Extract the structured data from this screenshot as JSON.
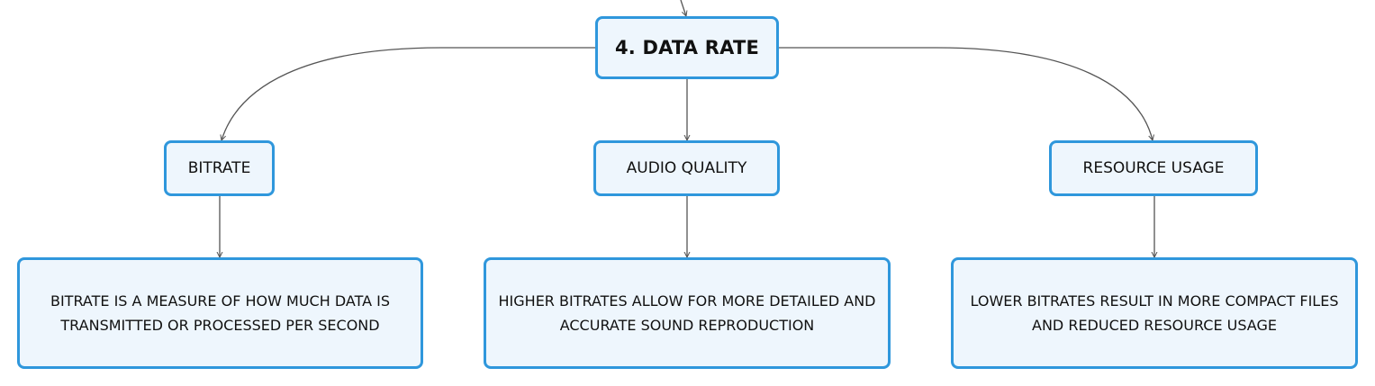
{
  "diagram": {
    "root": {
      "label": "4. DATA RATE"
    },
    "children": [
      {
        "label": "BITRATE",
        "detail": "BITRATE IS A MEASURE OF HOW MUCH DATA IS TRANSMITTED OR PROCESSED PER SECOND"
      },
      {
        "label": "AUDIO QUALITY",
        "detail": "HIGHER BITRATES ALLOW FOR MORE DETAILED AND ACCURATE SOUND REPRODUCTION"
      },
      {
        "label": "RESOURCE USAGE",
        "detail": "LOWER BITRATES RESULT IN MORE COMPACT FILES AND REDUCED RESOURCE USAGE"
      }
    ],
    "colors": {
      "node_border": "#2f97dc",
      "node_fill": "#eef6fd",
      "connector": "#555555",
      "text": "#111111"
    }
  }
}
